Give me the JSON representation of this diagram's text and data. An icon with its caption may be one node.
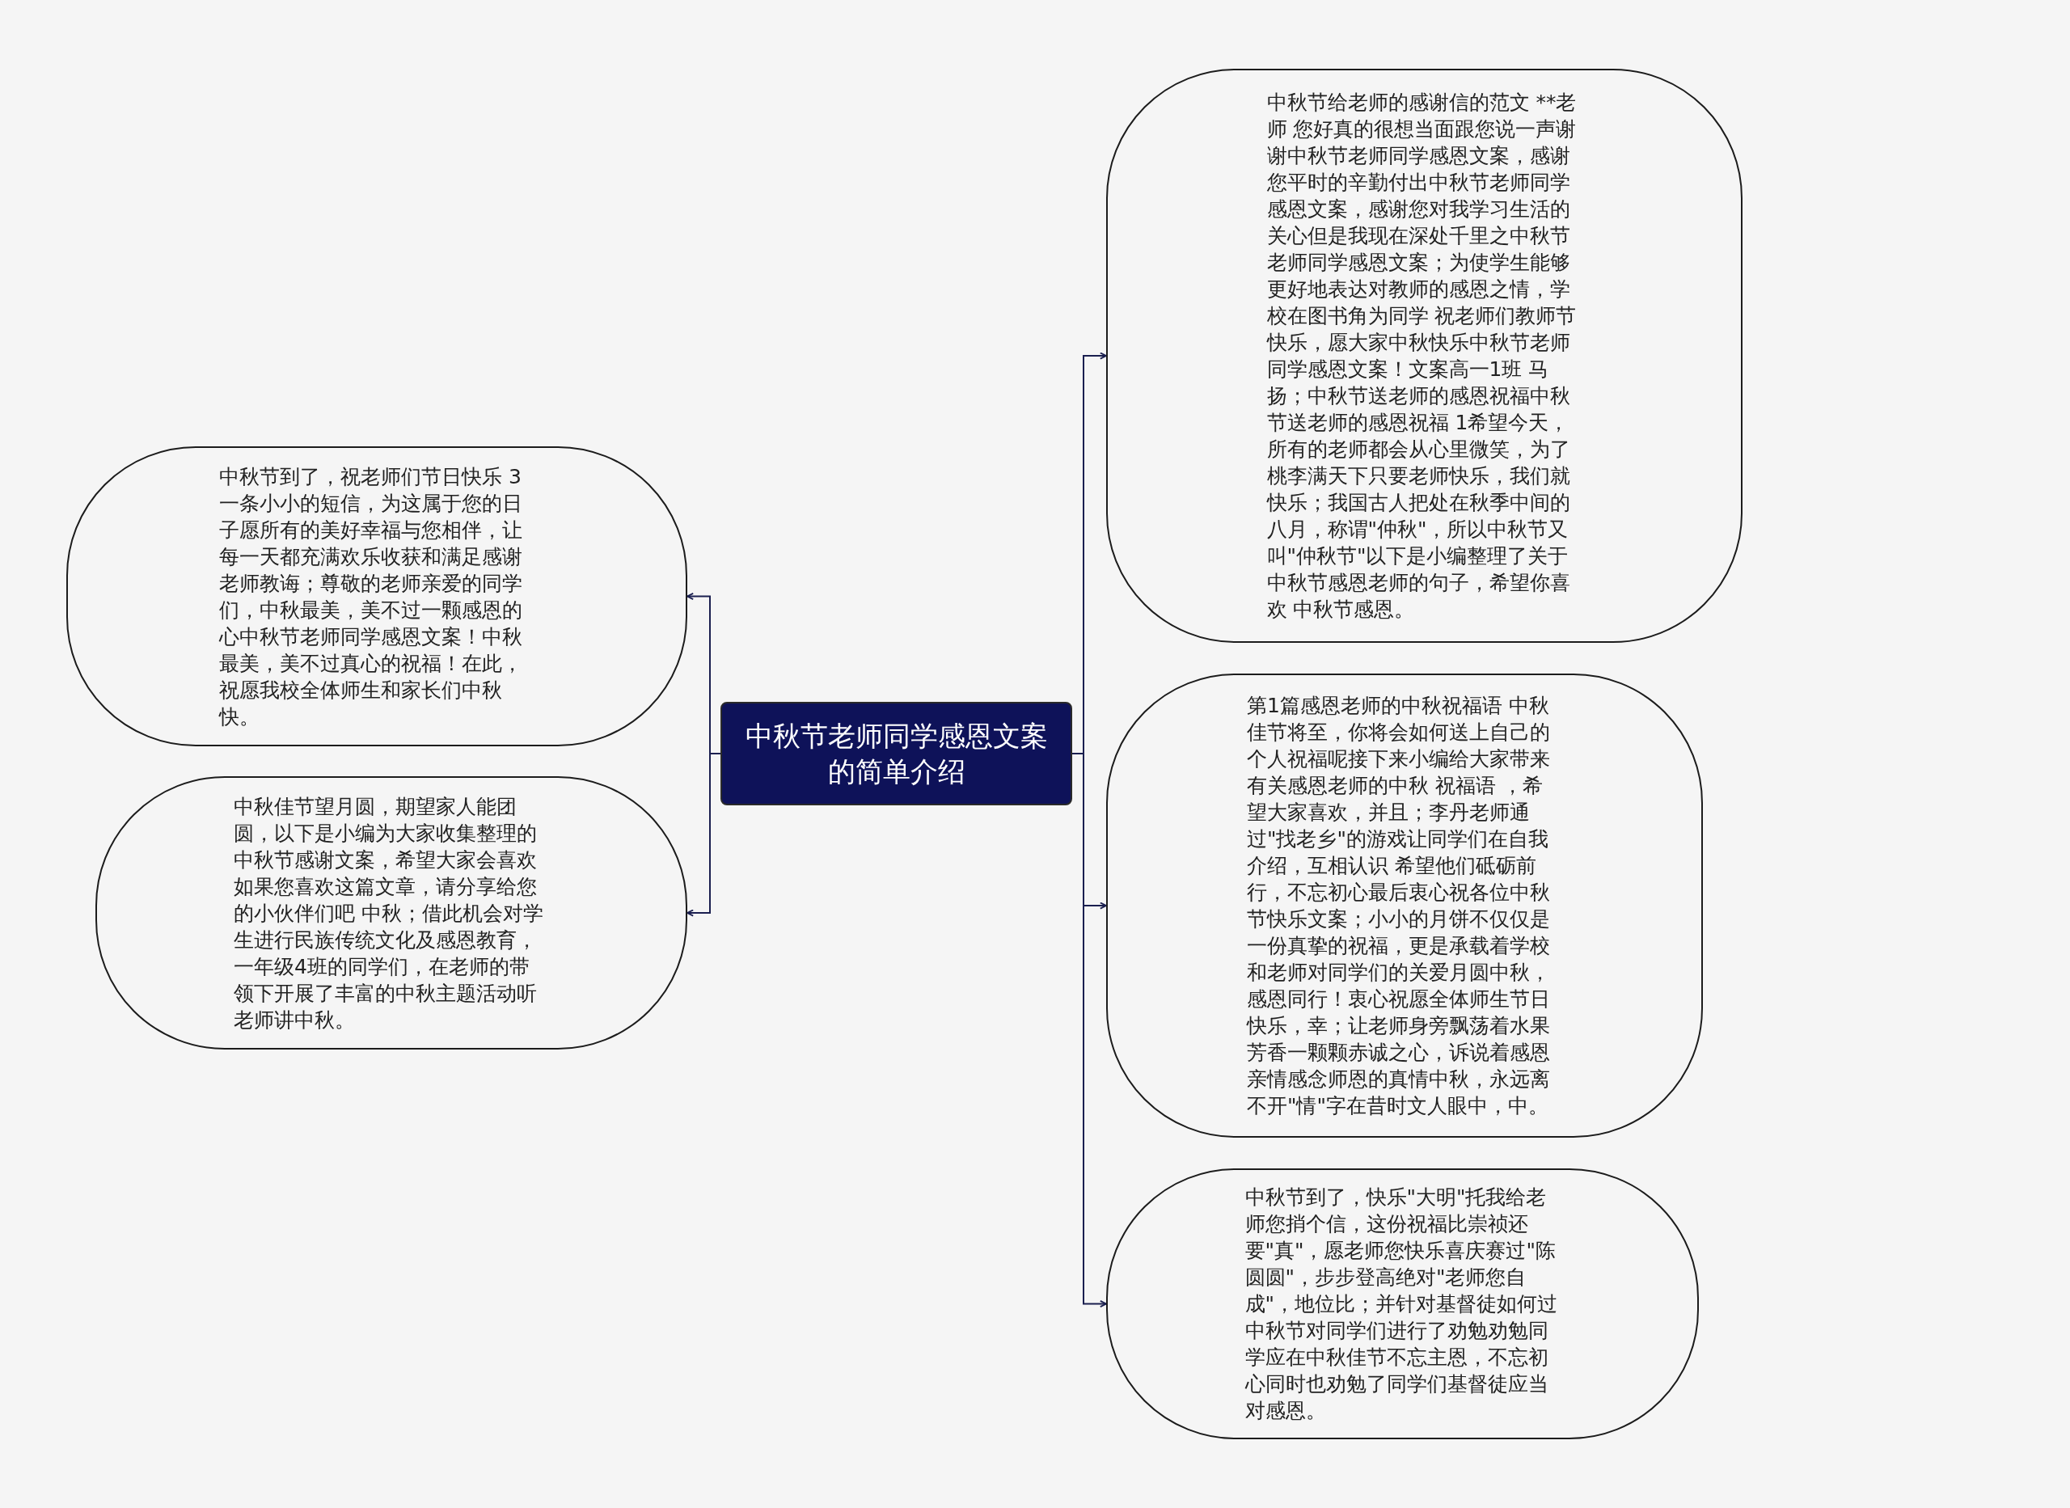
{
  "diagram": {
    "nodes": [
      {
        "text": [
          "中秋节老师同学感恩文案的简单介绍"
        ]
      },
      {
        "text": [
          "中秋节到了，祝老师们节日快乐 3一条小小的短信，为这属于您的日子愿所有的美好幸福与您相伴，让每一天都充满欢乐收获和满足感谢老师教诲；尊敬的老师亲爱的同学们，中秋最美，美不过一颗感恩的心中秋节老师同学感恩文案！中秋最美，美不过真心的祝福！在此，祝愿我校全体师生和家长们中秋快。"
        ]
      },
      {
        "text": [
          "中秋佳节望月圆，期望家人能团圆，以下是小编为大家收集整理的中秋节感谢文案，希望大家会喜欢如果您喜欢这篇文章，请分享给您的小伙伴们吧 中秋；借此机会对学生进行民族传统文化及感恩教育，一年级4班的同学们，在老师的带领下开展了丰富的中秋主题活动听老师讲中秋。"
        ]
      },
      {
        "text": [
          "中秋节给老师的感谢信的范文 **老师 您好真的很想当面跟您说一声谢谢中秋节老师同学感恩文案，感谢您平时的辛勤付出中秋节老师同学感恩文案，感谢您对我学习生活的关心但是我现在深处千里之中秋节老师同学感恩文案；为使学生能够更好地表达对教师的感恩之情，学校在图书角为同学 祝老师们教师节快乐，愿大家中秋快乐中秋节老师同学感恩文案！文案高一1班 马扬；中秋节送老师的感恩祝福中秋节送老师的感恩祝福 1希望今天，所有的老师都会从心里微笑，为了桃李满天下只要老师快乐，我们就快乐；我国古人把处在秋季中间的八月，称谓\"仲秋\"，所以中秋节又叫\"仲秋节\"以下是小编整理了关于中秋节感恩老师的句子，希望你喜欢 中秋节感恩。"
        ]
      },
      {
        "text": [
          "第1篇感恩老师的中秋祝福语 中秋佳节将至，你将会如何送上自己的个人祝福呢接下来小编给大家带来有关感恩老师的中秋 祝福语 ，希望大家喜欢，并且；李丹老师通过\"找老乡\"的游戏让同学们在自我介绍，互相认识 希望他们砥砺前行，不忘初心最后衷心祝各位中秋节快乐文案；小小的月饼不仅仅是一份真挚的祝福，更是承载着学校和老师对同学们的关爱月圆中秋，感恩同行！衷心祝愿全体师生节日快乐，幸；让老师身旁飘荡着水果芳香一颗颗赤诚之心，诉说着感恩亲情感念师恩的真情中秋，永远离不开\"情\"字在昔时文人眼中，中。"
        ]
      },
      {
        "text": [
          "中秋节到了，快乐\"大明\"托我给老师您捎个信，这份祝福比崇祯还要\"真\"，愿老师您快乐喜庆赛过\"陈圆圆\"，步步登高绝对\"老师您自成\"，地位比；并针对基督徒如何过中秋节对同学们进行了劝勉劝勉同学应在中秋佳节不忘主恩，不忘初心同时也劝勉了同学们基督徒应当对感恩。"
        ]
      }
    ],
    "edges": [
      {
        "from": 0,
        "to": 1,
        "arrow": "to"
      },
      {
        "from": 0,
        "to": 2,
        "arrow": "to"
      },
      {
        "from": 0,
        "to": 3,
        "arrow": "to"
      },
      {
        "from": 0,
        "to": 4,
        "arrow": "to"
      },
      {
        "from": 0,
        "to": 5,
        "arrow": "to"
      }
    ]
  }
}
